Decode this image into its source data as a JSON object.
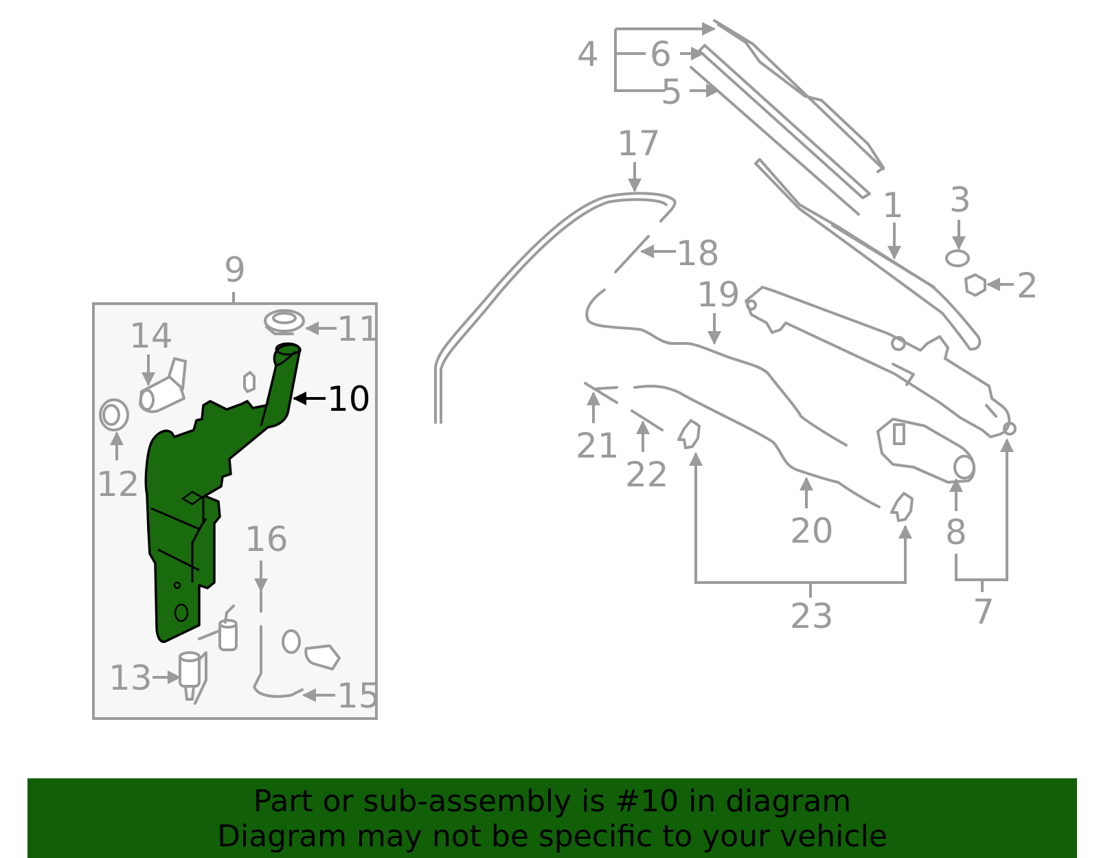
{
  "colors": {
    "banner_background": "#116008",
    "highlight_fill": "#1a6b0e",
    "part_stroke": "#9b9b9b",
    "box_fill": "#f7f7f7"
  },
  "callouts": {
    "c1": "1",
    "c2": "2",
    "c3": "3",
    "c4": "4",
    "c5": "5",
    "c6": "6",
    "c7": "7",
    "c8": "8",
    "c9": "9",
    "c10": "10",
    "c11": "11",
    "c12": "12",
    "c13": "13",
    "c14": "14",
    "c15": "15",
    "c16": "16",
    "c17": "17",
    "c18": "18",
    "c19": "19",
    "c20": "20",
    "c21": "21",
    "c22": "22",
    "c23": "23"
  },
  "highlighted_part": "10",
  "banner": {
    "line1": "Part or sub-assembly is #10 in diagram",
    "line2": "Diagram may not be specific to your vehicle"
  }
}
